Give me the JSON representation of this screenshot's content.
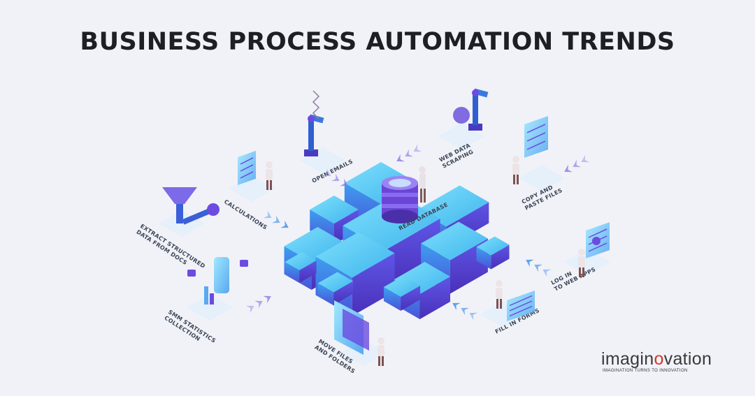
{
  "title": "BUSINESS PROCESS AUTOMATION TRENDS",
  "central": {
    "label": "READ DATABASE"
  },
  "processes": [
    {
      "id": "open-emails",
      "lines": [
        "OPEN EMAILS"
      ]
    },
    {
      "id": "web-data-scraping",
      "lines": [
        "WEB DATA",
        "SCRAPING"
      ]
    },
    {
      "id": "copy-paste-files",
      "lines": [
        "COPY AND",
        "PASTE FILES"
      ]
    },
    {
      "id": "calculations",
      "lines": [
        "CALCULATIONS"
      ]
    },
    {
      "id": "extract-structured-data",
      "lines": [
        "EXTRACT STRUCTURED",
        "DATA FROM DOCS"
      ]
    },
    {
      "id": "log-in-web-apps",
      "lines": [
        "LOG IN",
        "TO WEB APPS"
      ]
    },
    {
      "id": "smm-statistics",
      "lines": [
        "SMM STATISTICS",
        "COLLECTION"
      ]
    },
    {
      "id": "fill-in-forms",
      "lines": [
        "FILL IN FORMS"
      ]
    },
    {
      "id": "move-files-folders",
      "lines": [
        "MOVE FILES",
        "AND FOLDERS"
      ]
    }
  ],
  "logo": {
    "prefix": "imagin",
    "accent": "o",
    "suffix": "vation",
    "tagline": "IMAGINATION TURNS TO INNOVATION",
    "accent_color": "#d9342b"
  },
  "colors": {
    "block_top": "#4fc9f2",
    "block_left": "#3d8ee6",
    "block_right": "#5a3ed8",
    "accent_purple": "#6c4be0"
  }
}
